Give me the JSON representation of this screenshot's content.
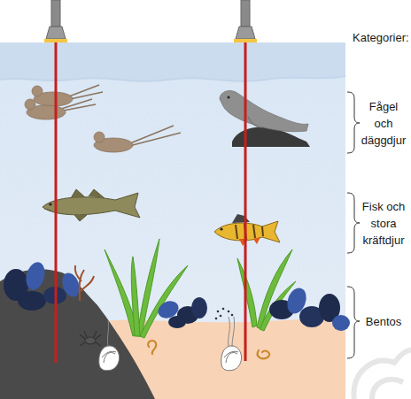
{
  "diagram": {
    "labels": [
      "Kategorier:",
      "Fågel och däggdjur",
      "Fisk och stora kräftdjur",
      "Bentos"
    ]
  }
}
